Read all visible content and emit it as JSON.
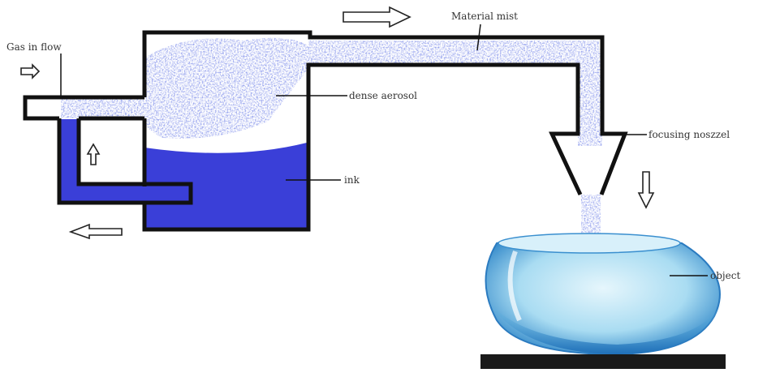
{
  "labels": {
    "gas_in_flow": "Gas in flow",
    "material_mist": "Material mist",
    "dense_aerosol": "dense aerosol",
    "ink": "ink",
    "focusing_nozzle": "focusing noszzel",
    "object": "object"
  },
  "colors": {
    "ink": "#3a3fd8",
    "mist": "#5a6ad8",
    "outline": "#111111",
    "bowl": "#5fb3e0",
    "base": "#1a1a1a"
  }
}
